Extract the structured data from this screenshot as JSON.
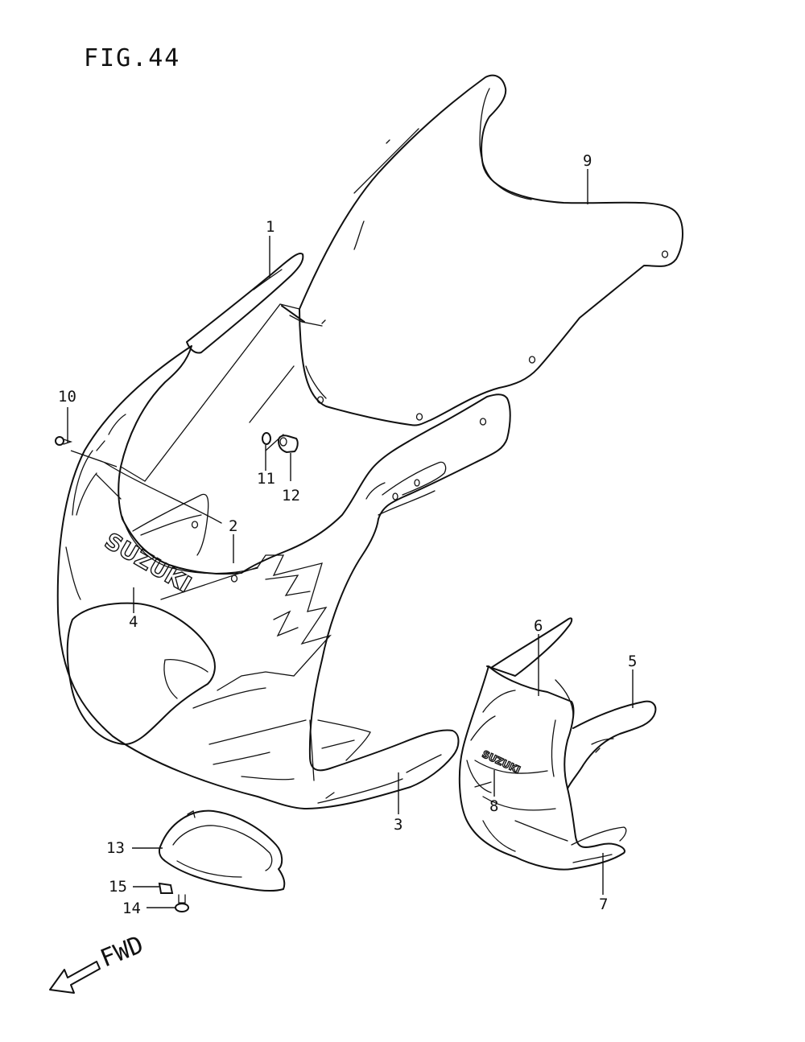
{
  "figure": {
    "title": "FIG.44",
    "fwd_label": "FWD"
  },
  "brand_text": {
    "main": "SUZUKI",
    "small": "SUZUKI"
  },
  "callouts": [
    {
      "id": "1",
      "label": "1"
    },
    {
      "id": "2",
      "label": "2"
    },
    {
      "id": "3",
      "label": "3"
    },
    {
      "id": "4",
      "label": "4"
    },
    {
      "id": "5",
      "label": "5"
    },
    {
      "id": "6",
      "label": "6"
    },
    {
      "id": "7",
      "label": "7"
    },
    {
      "id": "8",
      "label": "8"
    },
    {
      "id": "9",
      "label": "9"
    },
    {
      "id": "10",
      "label": "10"
    },
    {
      "id": "11",
      "label": "11"
    },
    {
      "id": "12",
      "label": "12"
    },
    {
      "id": "13",
      "label": "13"
    },
    {
      "id": "14",
      "label": "14"
    },
    {
      "id": "15",
      "label": "15"
    }
  ]
}
